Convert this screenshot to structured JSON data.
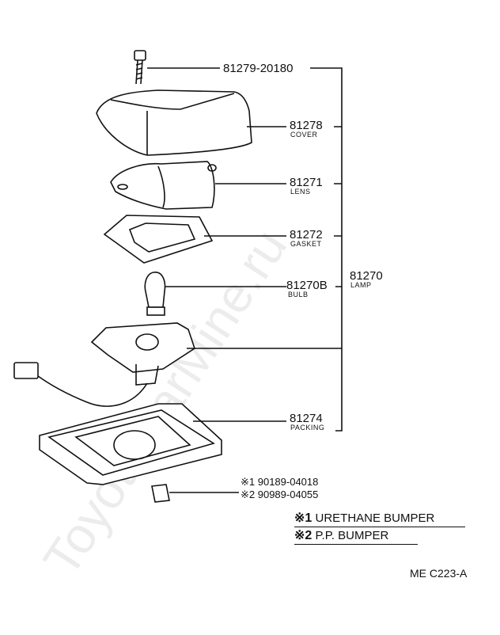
{
  "watermark": "ToyotaCarMine.ru",
  "callouts": [
    {
      "id": "screw",
      "number": "81279-20180",
      "name": ""
    },
    {
      "id": "cover",
      "number": "81278",
      "name": "COVER"
    },
    {
      "id": "lens",
      "number": "81271",
      "name": "LENS"
    },
    {
      "id": "gasket",
      "number": "81272",
      "name": "GASKET"
    },
    {
      "id": "bulb",
      "number": "81270B",
      "name": "BULB"
    },
    {
      "id": "packing",
      "number": "81274",
      "name": "PACKING"
    }
  ],
  "assembly": {
    "number": "81270",
    "name": "LAMP"
  },
  "clips": [
    "※1 90189-04018",
    "※2 90989-04055"
  ],
  "legend": [
    {
      "mark": "※1",
      "text": "URETHANE BUMPER"
    },
    {
      "mark": "※2",
      "text": "P.P. BUMPER"
    }
  ],
  "diagram_code": "ME C223-A"
}
